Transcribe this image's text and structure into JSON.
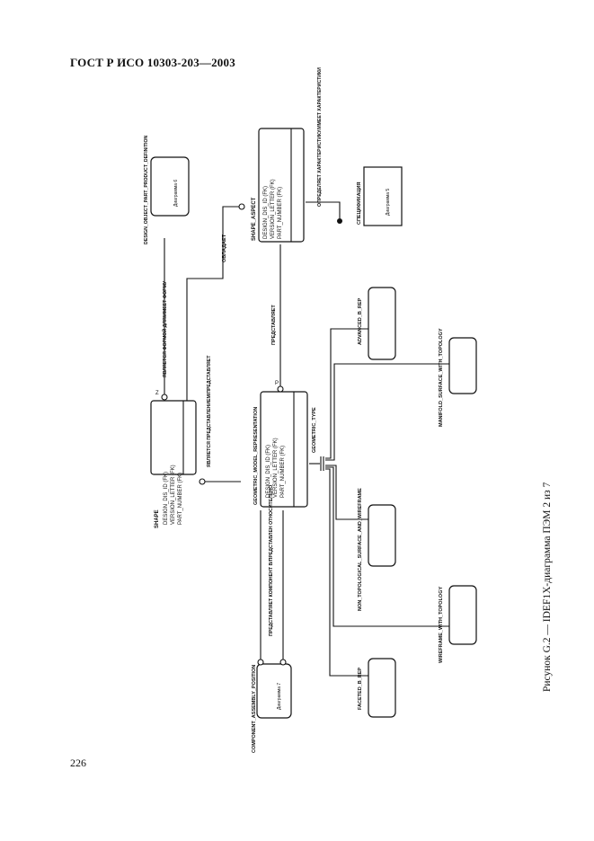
{
  "header": {
    "title": "ГОСТ Р ИСО 10303-203—2003"
  },
  "page_number": "226",
  "caption": "Рисунок G.2 — IDEF1X-диаграмма ПЭМ 2 из 7",
  "entities": {
    "shape": {
      "name": "SHAPE",
      "attrs": [
        "DESIGN_DIS_ID (FK)",
        "VERSION_LETTER (FK)",
        "PART_NUMBER (FK)"
      ]
    },
    "shape_aspect": {
      "name": "SHAPE_ASPECT",
      "attrs": [
        "DESIGN_DIS_ID (FK)",
        "VERSION_LETTER (FK)",
        "PART_NUMBER (FK)"
      ]
    },
    "geometric_model_representation": {
      "name": "GEOMETRIC_MODEL_REPRESENTATION",
      "attrs": [
        "DESIGN_DIS_ID (FK)",
        "VERSION_LETTER (FK)",
        "PART_NUMBER (FK)"
      ]
    },
    "design_object_part_product_definition": {
      "name": "DESIGN_OBJECT_PART_PRODUCT_DEFINITION",
      "ref": "Диаграмма 6"
    },
    "specification": {
      "name": "СПЕЦИФИКАЦИЯ",
      "ref": "Диаграмма 5"
    },
    "advanced_b_rep": {
      "name": "ADVANCED_B_REP"
    },
    "manifold_surface_with_topology": {
      "name": "MANIFOLD_SURFACE_WITH_TOPOLOGY"
    },
    "non_topological_surface_and_wireframe": {
      "name": "NON_TOPOLOGICAL_SURFACE_AND_WIREFRAME"
    },
    "wireframe_with_topology": {
      "name": "WIREFRAME_WITH_TOPOLOGY"
    },
    "faceted_b_rep": {
      "name": "FACETED_B_REP"
    },
    "component_assembly_position": {
      "name": "COMPONENT_ASSEMBLY_POSITION",
      "ref": "Диаграмма 7"
    }
  },
  "relationships": {
    "shape_to_dopd": "ЯВЛЯЕТСЯ ФОРМОЙ ДЛЯ/ИМЕЕТ ФОРМУ",
    "shape_to_aspect": "ОБЛАДАЕТ",
    "shape_to_gmr": "ЯВЛЯЕТСЯ ПРЕДСТАВЛЕНИЕМ/ПРЕДСТАВЛЯЕТ",
    "aspect_to_gmr": "ПРЕДСТАВЛЯЕТ",
    "aspect_to_spec": "ОПРЕДЕЛЯЕТ ХАРАКТЕРИСТИКУ/ИМЕЕТ ХАРАКТЕРИСТИКИ",
    "gmr_to_cap": "ПРЕДСТАВЛЯЕТ КОМПОНЕНТ В/ПРЕДСТАВЛЕН ОТНОСИТЕЛЬНО",
    "geometric_type": "GEOMETRIC_TYPE"
  }
}
